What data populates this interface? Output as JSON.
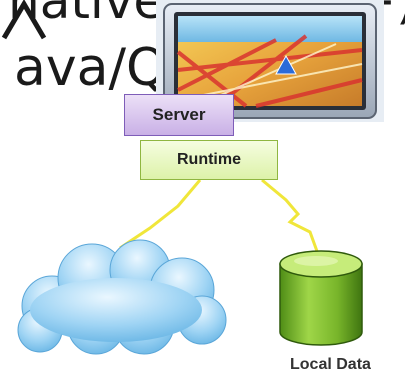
{
  "background": {
    "line1": "natives (C/C++)",
    "line2": "ava/Qt"
  },
  "boxes": {
    "server": "Server",
    "runtime": "Runtime"
  },
  "labels": {
    "local_data": "Local Data"
  },
  "icons": {
    "device": "gps-navigation-device-icon",
    "cloud": "cloud-icon",
    "database": "database-cylinder-icon"
  },
  "colors": {
    "server_fill": "#d8c5ee",
    "server_border": "#7e5db8",
    "runtime_fill": "#e8f7c0",
    "runtime_border": "#8fb640",
    "link_line": "#f0e63a",
    "cloud": "#7fc5ee",
    "database": "#7dbb2e"
  }
}
